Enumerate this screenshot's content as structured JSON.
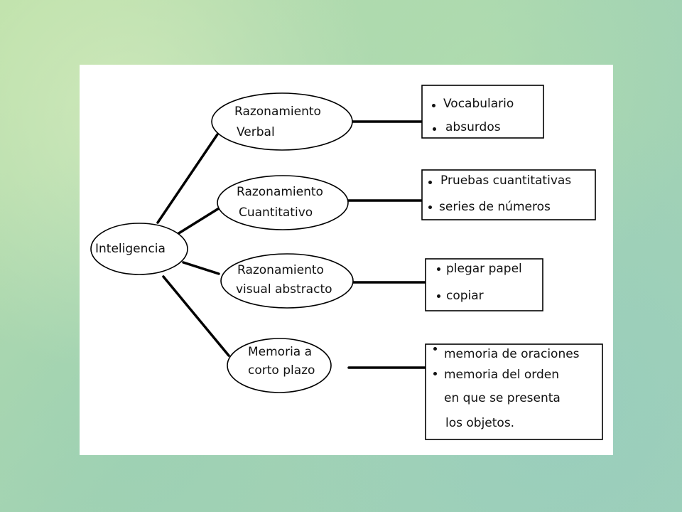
{
  "diagram": {
    "root": {
      "label": "Inteligencia"
    },
    "branches": [
      {
        "label_lines": [
          "Razonamiento",
          "Verbal"
        ],
        "items": [
          "Vocabulario",
          "absurdos"
        ]
      },
      {
        "label_lines": [
          "Razonamiento",
          "Cuantitativo"
        ],
        "items": [
          "Pruebas cuantitativas",
          "series de números"
        ]
      },
      {
        "label_lines": [
          "Razonamiento",
          "visual abstracto"
        ],
        "items": [
          "plegar papel",
          "copiar"
        ]
      },
      {
        "label_lines": [
          "Memoria a",
          "corto plazo"
        ],
        "items": [
          "memoria de oraciones",
          "memoria del orden"
        ],
        "continuation": [
          "en que se presenta",
          "los objetos."
        ]
      }
    ]
  }
}
